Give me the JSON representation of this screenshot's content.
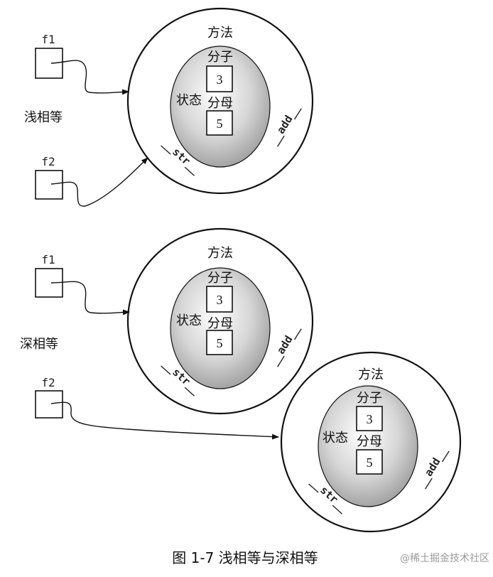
{
  "objects": [
    {
      "methods_label": "方法",
      "state_label": "状态",
      "numerator_label": "分子",
      "numerator_value": "3",
      "denominator_label": "分母",
      "denominator_value": "5",
      "method_add": "__add__",
      "method_str": "__str__"
    },
    {
      "methods_label": "方法",
      "state_label": "状态",
      "numerator_label": "分子",
      "numerator_value": "3",
      "denominator_label": "分母",
      "denominator_value": "5",
      "method_add": "__add__",
      "method_str": "__str__"
    },
    {
      "methods_label": "方法",
      "state_label": "状态",
      "numerator_label": "分子",
      "numerator_value": "3",
      "denominator_label": "分母",
      "denominator_value": "5",
      "method_add": "__add__",
      "method_str": "__str__"
    }
  ],
  "references": {
    "top_f1": "f1",
    "top_f2": "f2",
    "bottom_f1": "f1",
    "bottom_f2": "f2"
  },
  "labels": {
    "shallow_equal": "浅相等",
    "deep_equal": "深相等"
  },
  "caption": "图 1-7    浅相等与深相等",
  "watermark": "@稀土掘金技术社区"
}
